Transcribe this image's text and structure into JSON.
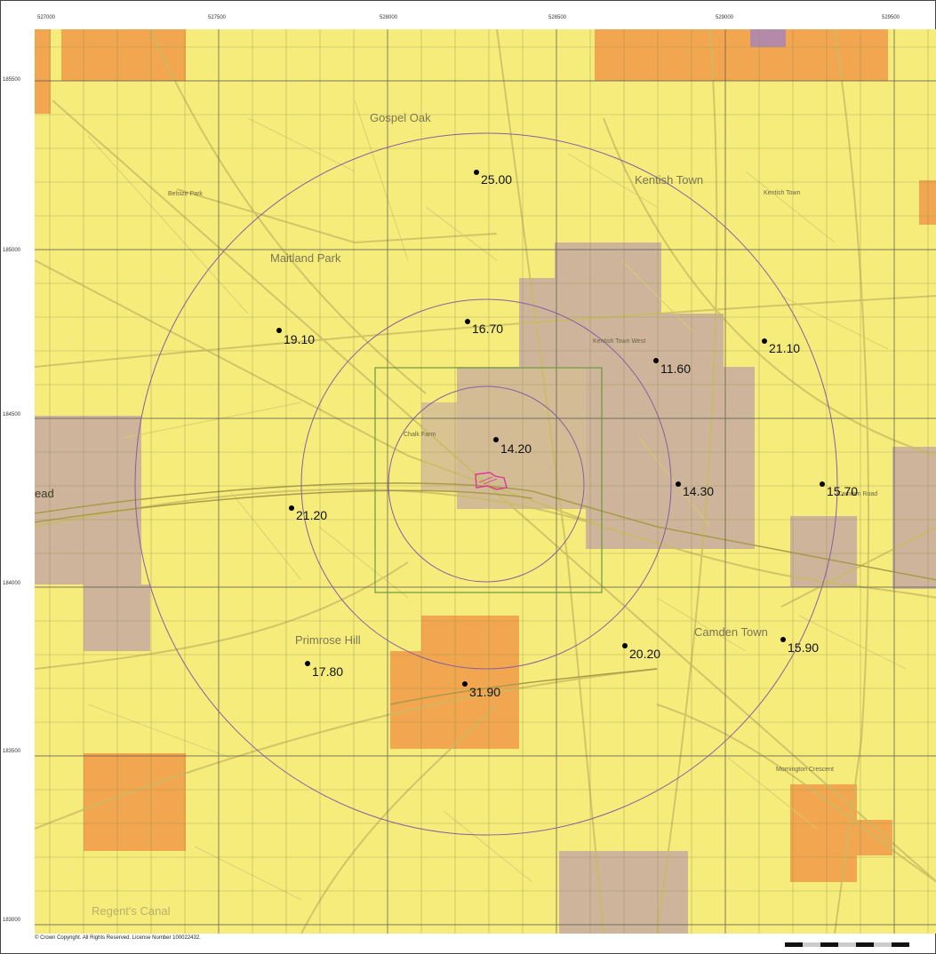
{
  "map": {
    "x_ticks": [
      "527000",
      "527500",
      "528000",
      "528500",
      "529000",
      "529500"
    ],
    "y_ticks": [
      "185500",
      "185000",
      "184500",
      "184000",
      "183500",
      "183000"
    ],
    "place_names": [
      {
        "id": "gospel-oak",
        "text": "Gospel Oak",
        "size": "large"
      },
      {
        "id": "kentish-town",
        "text": "Kentish Town",
        "size": "large"
      },
      {
        "id": "maitland-park",
        "text": "Maitland Park",
        "size": "large"
      },
      {
        "id": "primrose-hill",
        "text": "Primrose Hill",
        "size": "large"
      },
      {
        "id": "camden-town",
        "text": "Camden Town",
        "size": "large"
      },
      {
        "id": "regents-canal",
        "text": "Regent's Canal",
        "size": "large"
      },
      {
        "id": "belsize-park",
        "text": "Belsize Park",
        "size": "small"
      },
      {
        "id": "kentish-town-west",
        "text": "Kentish Town West",
        "size": "small"
      },
      {
        "id": "camden-road",
        "text": "Camden Road",
        "size": "small"
      },
      {
        "id": "mornington-crescent",
        "text": "Mornington Crescent",
        "size": "small"
      },
      {
        "id": "chalk-farm",
        "text": "Chalk Farm",
        "size": "small"
      },
      {
        "id": "kentish-town-label",
        "text": "Kentish Town",
        "size": "small"
      },
      {
        "id": "ead",
        "text": "ead",
        "size": "large"
      }
    ],
    "measurements": [
      {
        "id": "m-25-00",
        "value": "25.00"
      },
      {
        "id": "m-16-70",
        "value": "16.70"
      },
      {
        "id": "m-19-10",
        "value": "19.10"
      },
      {
        "id": "m-11-60",
        "value": "11.60"
      },
      {
        "id": "m-21-10",
        "value": "21.10"
      },
      {
        "id": "m-14-20",
        "value": "14.20"
      },
      {
        "id": "m-14-30",
        "value": "14.30"
      },
      {
        "id": "m-15-70",
        "value": "15.70"
      },
      {
        "id": "m-21-20",
        "value": "21.20"
      },
      {
        "id": "m-20-20",
        "value": "20.20"
      },
      {
        "id": "m-15-90",
        "value": "15.90"
      },
      {
        "id": "m-17-80",
        "value": "17.80"
      },
      {
        "id": "m-31-90",
        "value": "31.90"
      }
    ],
    "copyright": "© Crown Copyright. All Rights Reserved. License Number 100022432.",
    "colors": {
      "base_yellow": "#f6ec7c",
      "orange_cell": "#f2a64f",
      "tan_cell": "#cdb49a",
      "purple_cell": "#b48aa8",
      "grid_line": "#8a8a4a",
      "circle_line": "#8a5ea0",
      "site_outline": "#e0359a",
      "study_box": "#6a9a40"
    }
  }
}
